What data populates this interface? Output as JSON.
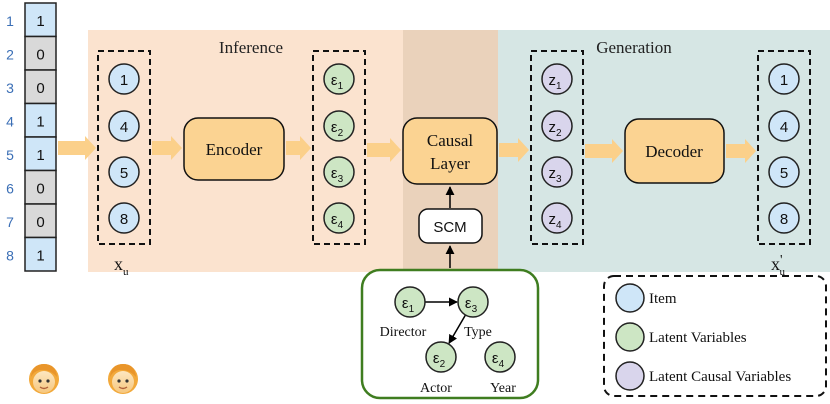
{
  "vector": {
    "indices": [
      "1",
      "2",
      "3",
      "4",
      "5",
      "6",
      "7",
      "8"
    ],
    "values": [
      "1",
      "0",
      "0",
      "1",
      "1",
      "0",
      "0",
      "1"
    ],
    "colors": {
      "one": "#cfe6f8",
      "zero": "#d9d9d9",
      "index": "#3b6fb6"
    }
  },
  "regions": {
    "inference": "Inference",
    "generation": "Generation",
    "colors": {
      "inference": "#fbe3cf",
      "middle": "#ead2bb",
      "generation": "#d6e6e4"
    }
  },
  "input_items": [
    "1",
    "4",
    "5",
    "8"
  ],
  "input_label": {
    "main": "x",
    "sub": "u"
  },
  "encoder_label": "Encoder",
  "latent": [
    {
      "sym": "ε",
      "sub": "1"
    },
    {
      "sym": "ε",
      "sub": "2"
    },
    {
      "sym": "ε",
      "sub": "3"
    },
    {
      "sym": "ε",
      "sub": "4"
    }
  ],
  "causal_layer": {
    "line1": "Causal",
    "line2": "Layer"
  },
  "scm_label": "SCM",
  "causal_latent": [
    {
      "sym": "z",
      "sub": "1"
    },
    {
      "sym": "z",
      "sub": "2"
    },
    {
      "sym": "z",
      "sub": "3"
    },
    {
      "sym": "z",
      "sub": "4"
    }
  ],
  "decoder_label": "Decoder",
  "output_items": [
    "1",
    "4",
    "5",
    "8"
  ],
  "output_label": {
    "main": "x",
    "prime": "'",
    "sub": "u"
  },
  "graph": {
    "nodes": [
      {
        "sym": "ε",
        "sub": "1",
        "label": "Director"
      },
      {
        "sym": "ε",
        "sub": "3",
        "label": "Type"
      },
      {
        "sym": "ε",
        "sub": "2",
        "label": "Actor"
      },
      {
        "sym": "ε",
        "sub": "4",
        "label": "Year"
      }
    ]
  },
  "legend": {
    "items": [
      {
        "label": "Item",
        "color": "#cfe6f8"
      },
      {
        "label": "Latent Variables",
        "color": "#cde6c4"
      },
      {
        "label": "Latent Causal Variables",
        "color": "#d9d5ec"
      }
    ]
  },
  "colors": {
    "item": "#cfe6f8",
    "latent": "#cde6c4",
    "causal": "#d9d5ec",
    "block": "#fbd392",
    "arrow": "#fbd08a",
    "graph_border": "#3f7d20"
  }
}
